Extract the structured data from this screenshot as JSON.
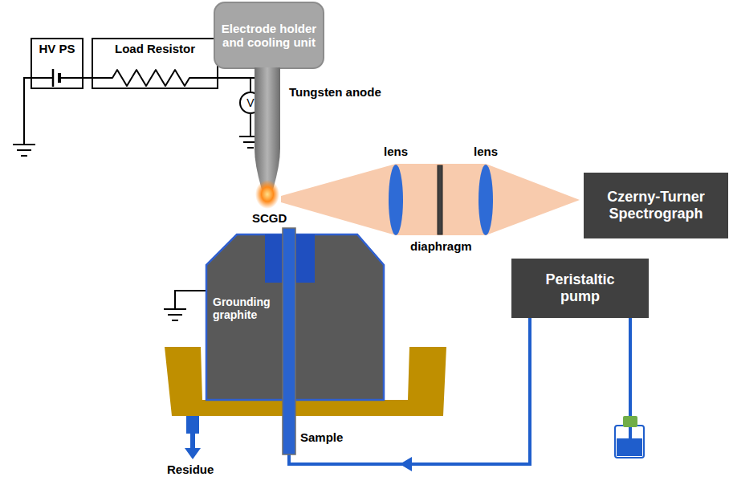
{
  "diagram": {
    "nodes": [
      {
        "text": [
          "HV PS"
        ]
      },
      {
        "text": [
          "Load Resistor"
        ]
      },
      {
        "text": [
          "V"
        ]
      },
      {
        "text": [
          "Electrode holder and cooling unit"
        ]
      },
      {
        "text": [
          "Czerny-Turner Spectrograph"
        ]
      },
      {
        "text": [
          "Grounding graphite"
        ]
      },
      {
        "text": [
          "Peristaltic pump"
        ]
      }
    ],
    "edges": [
      {
        "from": 0,
        "to": 1,
        "arrow": "none"
      },
      {
        "from": 1,
        "to": 2,
        "arrow": "none"
      }
    ],
    "labels": [
      "Tungsten anode",
      "SCGD",
      "lens",
      "lens",
      "diaphragm",
      "Sample",
      "Residue"
    ]
  }
}
